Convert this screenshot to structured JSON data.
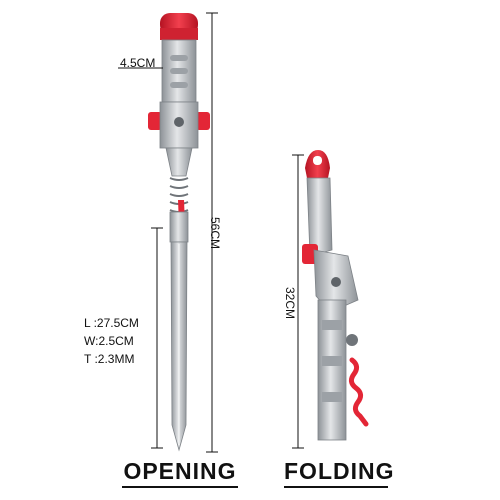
{
  "labels": {
    "top_width": "4.5CM",
    "total_length": "56CM",
    "folded_length": "32CM",
    "blade_length": "L :27.5CM",
    "blade_width": "W:2.5CM",
    "blade_thickness": "T :2.3MM",
    "opening_caption": "OPENING",
    "folding_caption": "FOLDING"
  },
  "colors": {
    "accent_red": "#e32636",
    "steel": "#b8bcc0",
    "steel_dark": "#7d8287",
    "line": "#111111"
  }
}
